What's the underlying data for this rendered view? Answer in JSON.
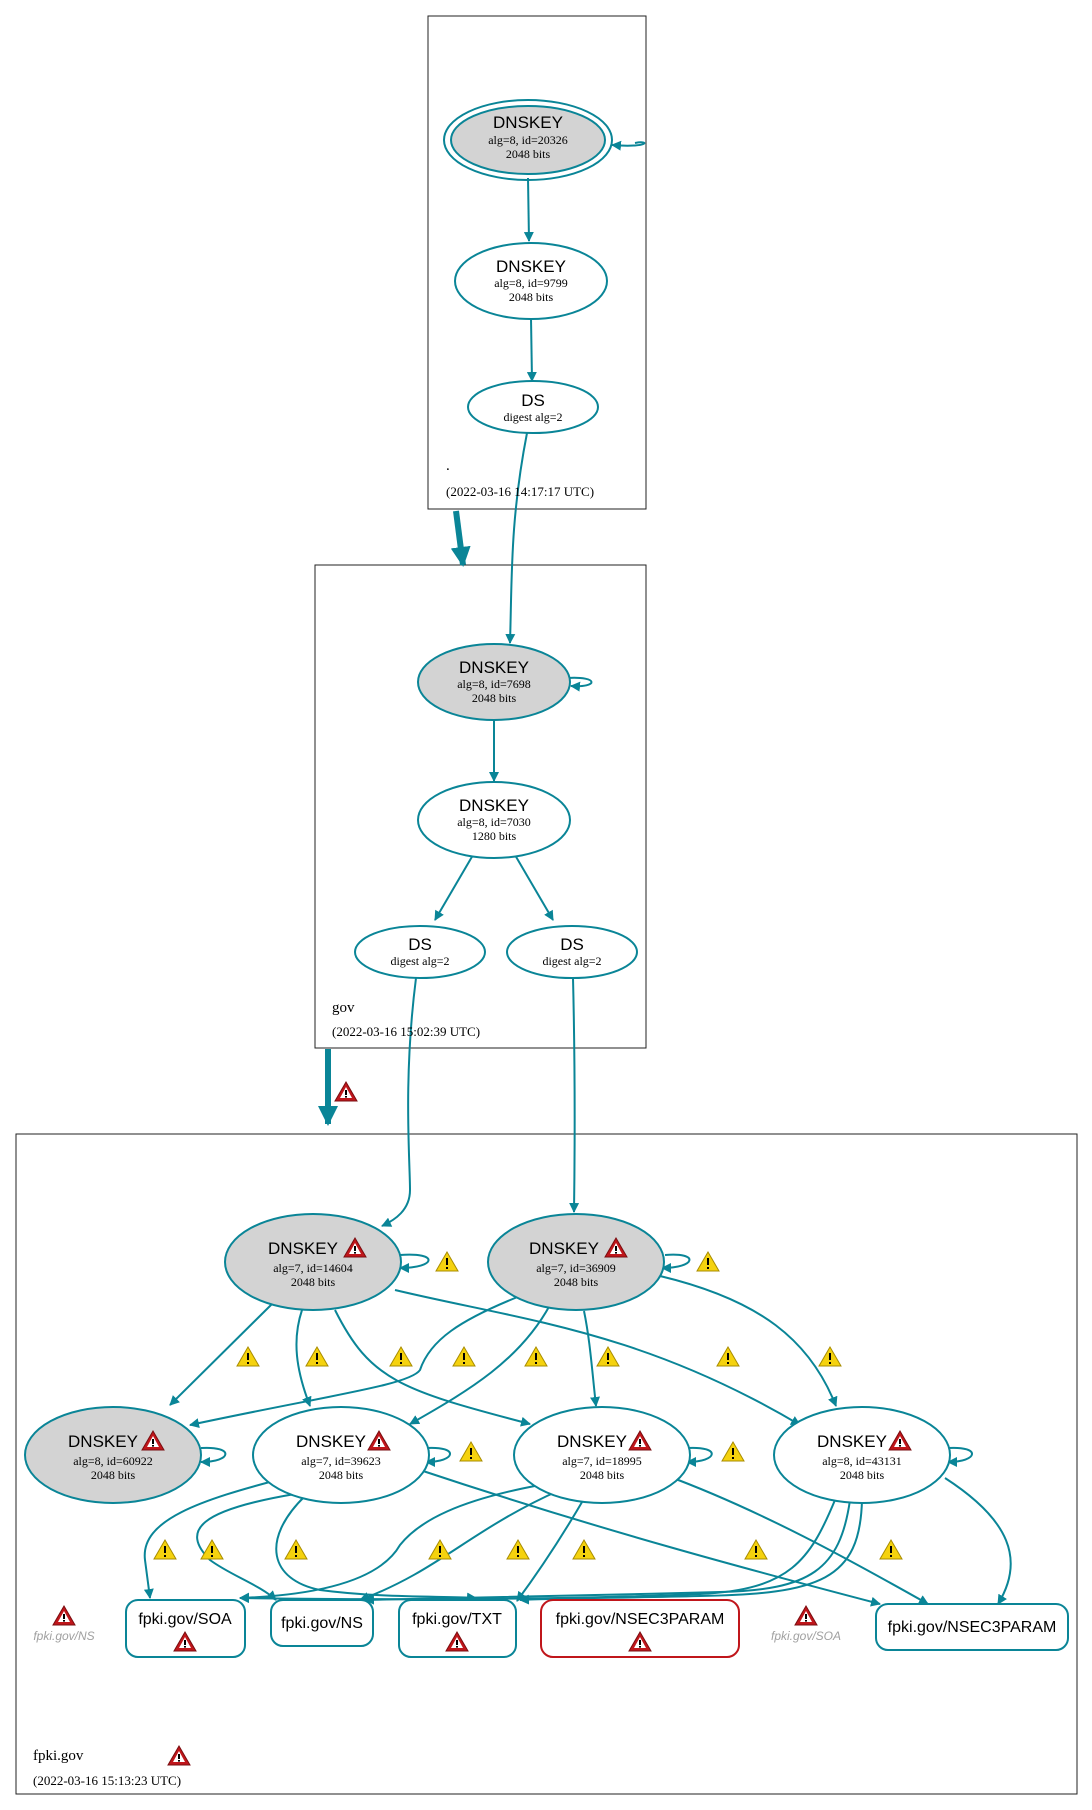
{
  "colors": {
    "edge": "#0a8597",
    "node_border": "#0a8597",
    "sep_fill": "#d3d3d3",
    "error": "#c0161b",
    "warning": "#f5d20e"
  },
  "zones": {
    "root": {
      "name": ".",
      "timestamp": "(2022-03-16 14:17:17 UTC)"
    },
    "gov": {
      "name": "gov",
      "timestamp": "(2022-03-16 15:02:39 UTC)"
    },
    "fpki": {
      "name": "fpki.gov",
      "timestamp": "(2022-03-16 15:13:23 UTC)"
    }
  },
  "nodes": {
    "root_ksk": {
      "title": "DNSKEY",
      "line1": "alg=8, id=20326",
      "line2": "2048 bits"
    },
    "root_zsk": {
      "title": "DNSKEY",
      "line1": "alg=8, id=9799",
      "line2": "2048 bits"
    },
    "root_ds": {
      "title": "DS",
      "line1": "digest alg=2"
    },
    "gov_ksk": {
      "title": "DNSKEY",
      "line1": "alg=8, id=7698",
      "line2": "2048 bits"
    },
    "gov_zsk": {
      "title": "DNSKEY",
      "line1": "alg=8, id=7030",
      "line2": "1280 bits"
    },
    "gov_ds1": {
      "title": "DS",
      "line1": "digest alg=2"
    },
    "gov_ds2": {
      "title": "DS",
      "line1": "digest alg=2"
    },
    "fpki_k1": {
      "title": "DNSKEY",
      "line1": "alg=7, id=14604",
      "line2": "2048 bits"
    },
    "fpki_k2": {
      "title": "DNSKEY",
      "line1": "alg=7, id=36909",
      "line2": "2048 bits"
    },
    "fpki_z1": {
      "title": "DNSKEY",
      "line1": "alg=8, id=60922",
      "line2": "2048 bits"
    },
    "fpki_z2": {
      "title": "DNSKEY",
      "line1": "alg=7, id=39623",
      "line2": "2048 bits"
    },
    "fpki_z3": {
      "title": "DNSKEY",
      "line1": "alg=7, id=18995",
      "line2": "2048 bits"
    },
    "fpki_z4": {
      "title": "DNSKEY",
      "line1": "alg=8, id=43131",
      "line2": "2048 bits"
    }
  },
  "records": {
    "soa": "fpki.gov/SOA",
    "ns": "fpki.gov/NS",
    "txt": "fpki.gov/TXT",
    "nsec3param_err": "fpki.gov/NSEC3PARAM",
    "nsec3param": "fpki.gov/NSEC3PARAM"
  },
  "ghost_records": {
    "ns": "fpki.gov/NS",
    "soa": "fpki.gov/SOA"
  }
}
